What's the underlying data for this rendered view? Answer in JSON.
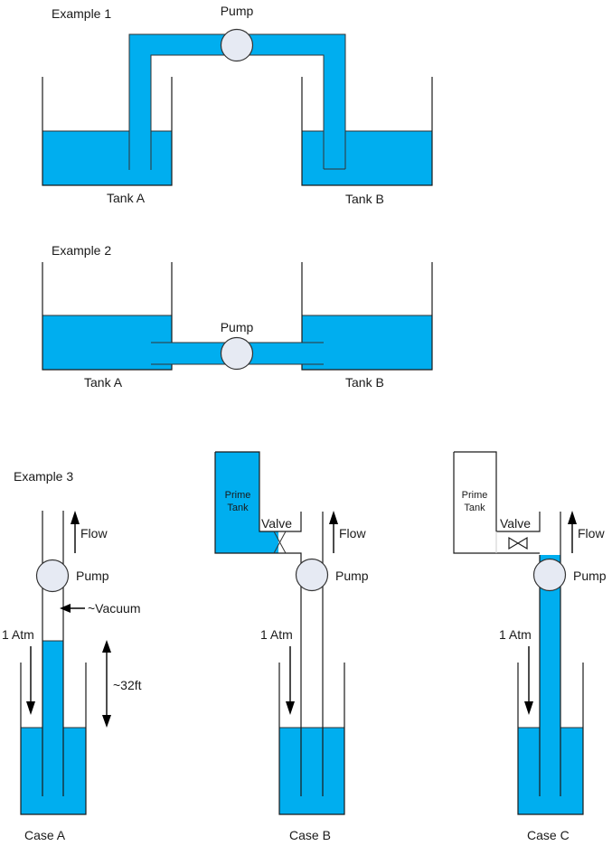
{
  "colors": {
    "water": "#00aeef",
    "pump": "#e6eaf3",
    "line": "#1a1a1a",
    "background": "#ffffff"
  },
  "example1": {
    "title": "Example 1",
    "pump_label": "Pump",
    "tank_a_label": "Tank A",
    "tank_b_label": "Tank B"
  },
  "example2": {
    "title": "Example 2",
    "pump_label": "Pump",
    "tank_a_label": "Tank A",
    "tank_b_label": "Tank B"
  },
  "example3": {
    "title": "Example 3",
    "case_a": {
      "label": "Case A",
      "flow_label": "Flow",
      "pump_label": "Pump",
      "vacuum_label": "~Vacuum",
      "atm_label": "1 Atm",
      "height_label": "~32ft"
    },
    "case_b": {
      "label": "Case B",
      "flow_label": "Flow",
      "pump_label": "Pump",
      "atm_label": "1 Atm",
      "prime_tank_line1": "Prime",
      "prime_tank_line2": "Tank",
      "valve_label": "Valve"
    },
    "case_c": {
      "label": "Case C",
      "flow_label": "Flow",
      "pump_label": "Pump",
      "atm_label": "1 Atm",
      "prime_tank_line1": "Prime",
      "prime_tank_line2": "Tank",
      "valve_label": "Valve"
    }
  }
}
